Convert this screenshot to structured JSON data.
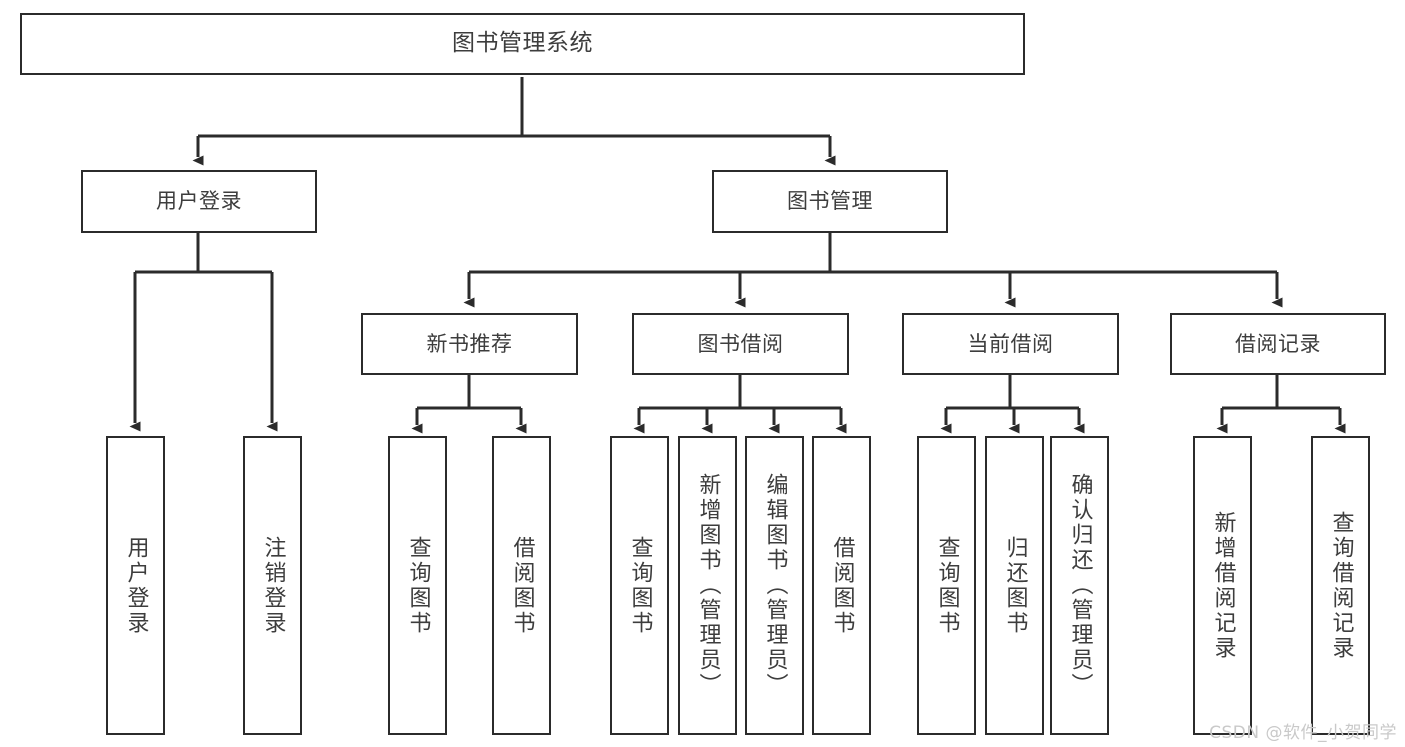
{
  "diagram": {
    "title": "图书管理系统",
    "type": "tree-hierarchy",
    "orientation": "top-down",
    "colors": {
      "box_border": "#2b2b2b",
      "box_fill": "#ffffff",
      "edge": "#2b2b2b",
      "text": "#3d3d3d",
      "watermark": "#c9c9c9",
      "background": "#ffffff"
    },
    "watermark": "CSDN @软件_小贺同学",
    "nodes": {
      "root": {
        "label": "图书管理系统"
      },
      "level2": [
        {
          "id": "user-login",
          "label": "用户登录"
        },
        {
          "id": "book-management",
          "label": "图书管理"
        }
      ],
      "level3": [
        {
          "id": "new-book-recommend",
          "label": "新书推荐"
        },
        {
          "id": "book-borrow",
          "label": "图书借阅"
        },
        {
          "id": "current-borrow",
          "label": "当前借阅"
        },
        {
          "id": "borrow-record",
          "label": "借阅记录"
        }
      ],
      "leaves": {
        "user-login": [
          {
            "id": "leaf-user-login",
            "label": "用户登录"
          },
          {
            "id": "leaf-user-logout",
            "label": "注销登录"
          }
        ],
        "new-book-recommend": [
          {
            "id": "leaf-query-book-1",
            "label": "查询图书"
          },
          {
            "id": "leaf-borrow-book-1",
            "label": "借阅图书"
          }
        ],
        "book-borrow": [
          {
            "id": "leaf-query-book-2",
            "label": "查询图书"
          },
          {
            "id": "leaf-add-book",
            "label": "新增图书（管理员）"
          },
          {
            "id": "leaf-edit-book",
            "label": "编辑图书（管理员）"
          },
          {
            "id": "leaf-borrow-book-2",
            "label": "借阅图书"
          }
        ],
        "current-borrow": [
          {
            "id": "leaf-query-book-3",
            "label": "查询图书"
          },
          {
            "id": "leaf-return-book",
            "label": "归还图书"
          },
          {
            "id": "leaf-confirm-return",
            "label": "确认归还（管理员）"
          }
        ],
        "borrow-record": [
          {
            "id": "leaf-add-record",
            "label": "新增借阅记录"
          },
          {
            "id": "leaf-query-record",
            "label": "查询借阅记录"
          }
        ]
      }
    }
  }
}
